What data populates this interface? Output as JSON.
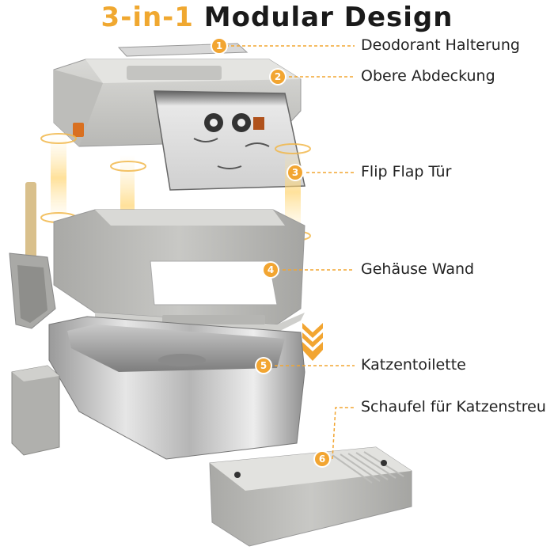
{
  "title": {
    "accent": "3-in-1",
    "rest": "Modular Design"
  },
  "accent_color": "#f2a531",
  "callouts": [
    {
      "number": "1",
      "label": "Deodorant Halterung"
    },
    {
      "number": "2",
      "label": "Obere Abdeckung"
    },
    {
      "number": "3",
      "label": "Flip Flap Tür"
    },
    {
      "number": "4",
      "label": "Gehäuse Wand"
    },
    {
      "number": "5",
      "label": "Katzentoilette"
    },
    {
      "number": "6",
      "label": "Schaufel für Katzenstreu"
    }
  ]
}
